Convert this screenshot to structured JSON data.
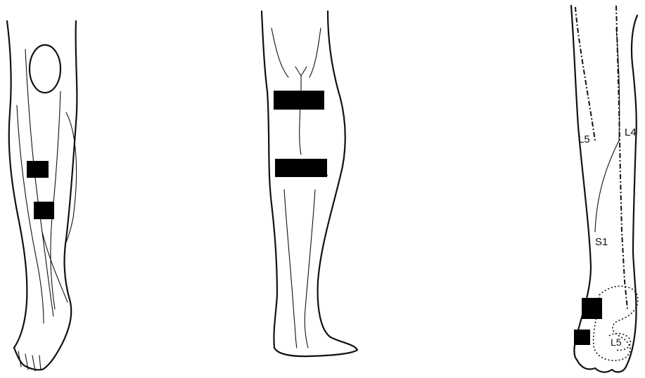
{
  "figure": {
    "colors": {
      "ink": "#111111",
      "electrode": "#000000",
      "background": "#ffffff"
    },
    "panels": [
      {
        "view": "anterior-leg",
        "electrode_count": 2
      },
      {
        "view": "posterior-leg",
        "electrode_count": 2
      },
      {
        "view": "dermatome-foot",
        "electrode_count": 2
      }
    ],
    "dermatome_labels": {
      "l4": "L4",
      "l5_upper": "L5",
      "s1": "S1",
      "l5_foot": "L5"
    }
  }
}
